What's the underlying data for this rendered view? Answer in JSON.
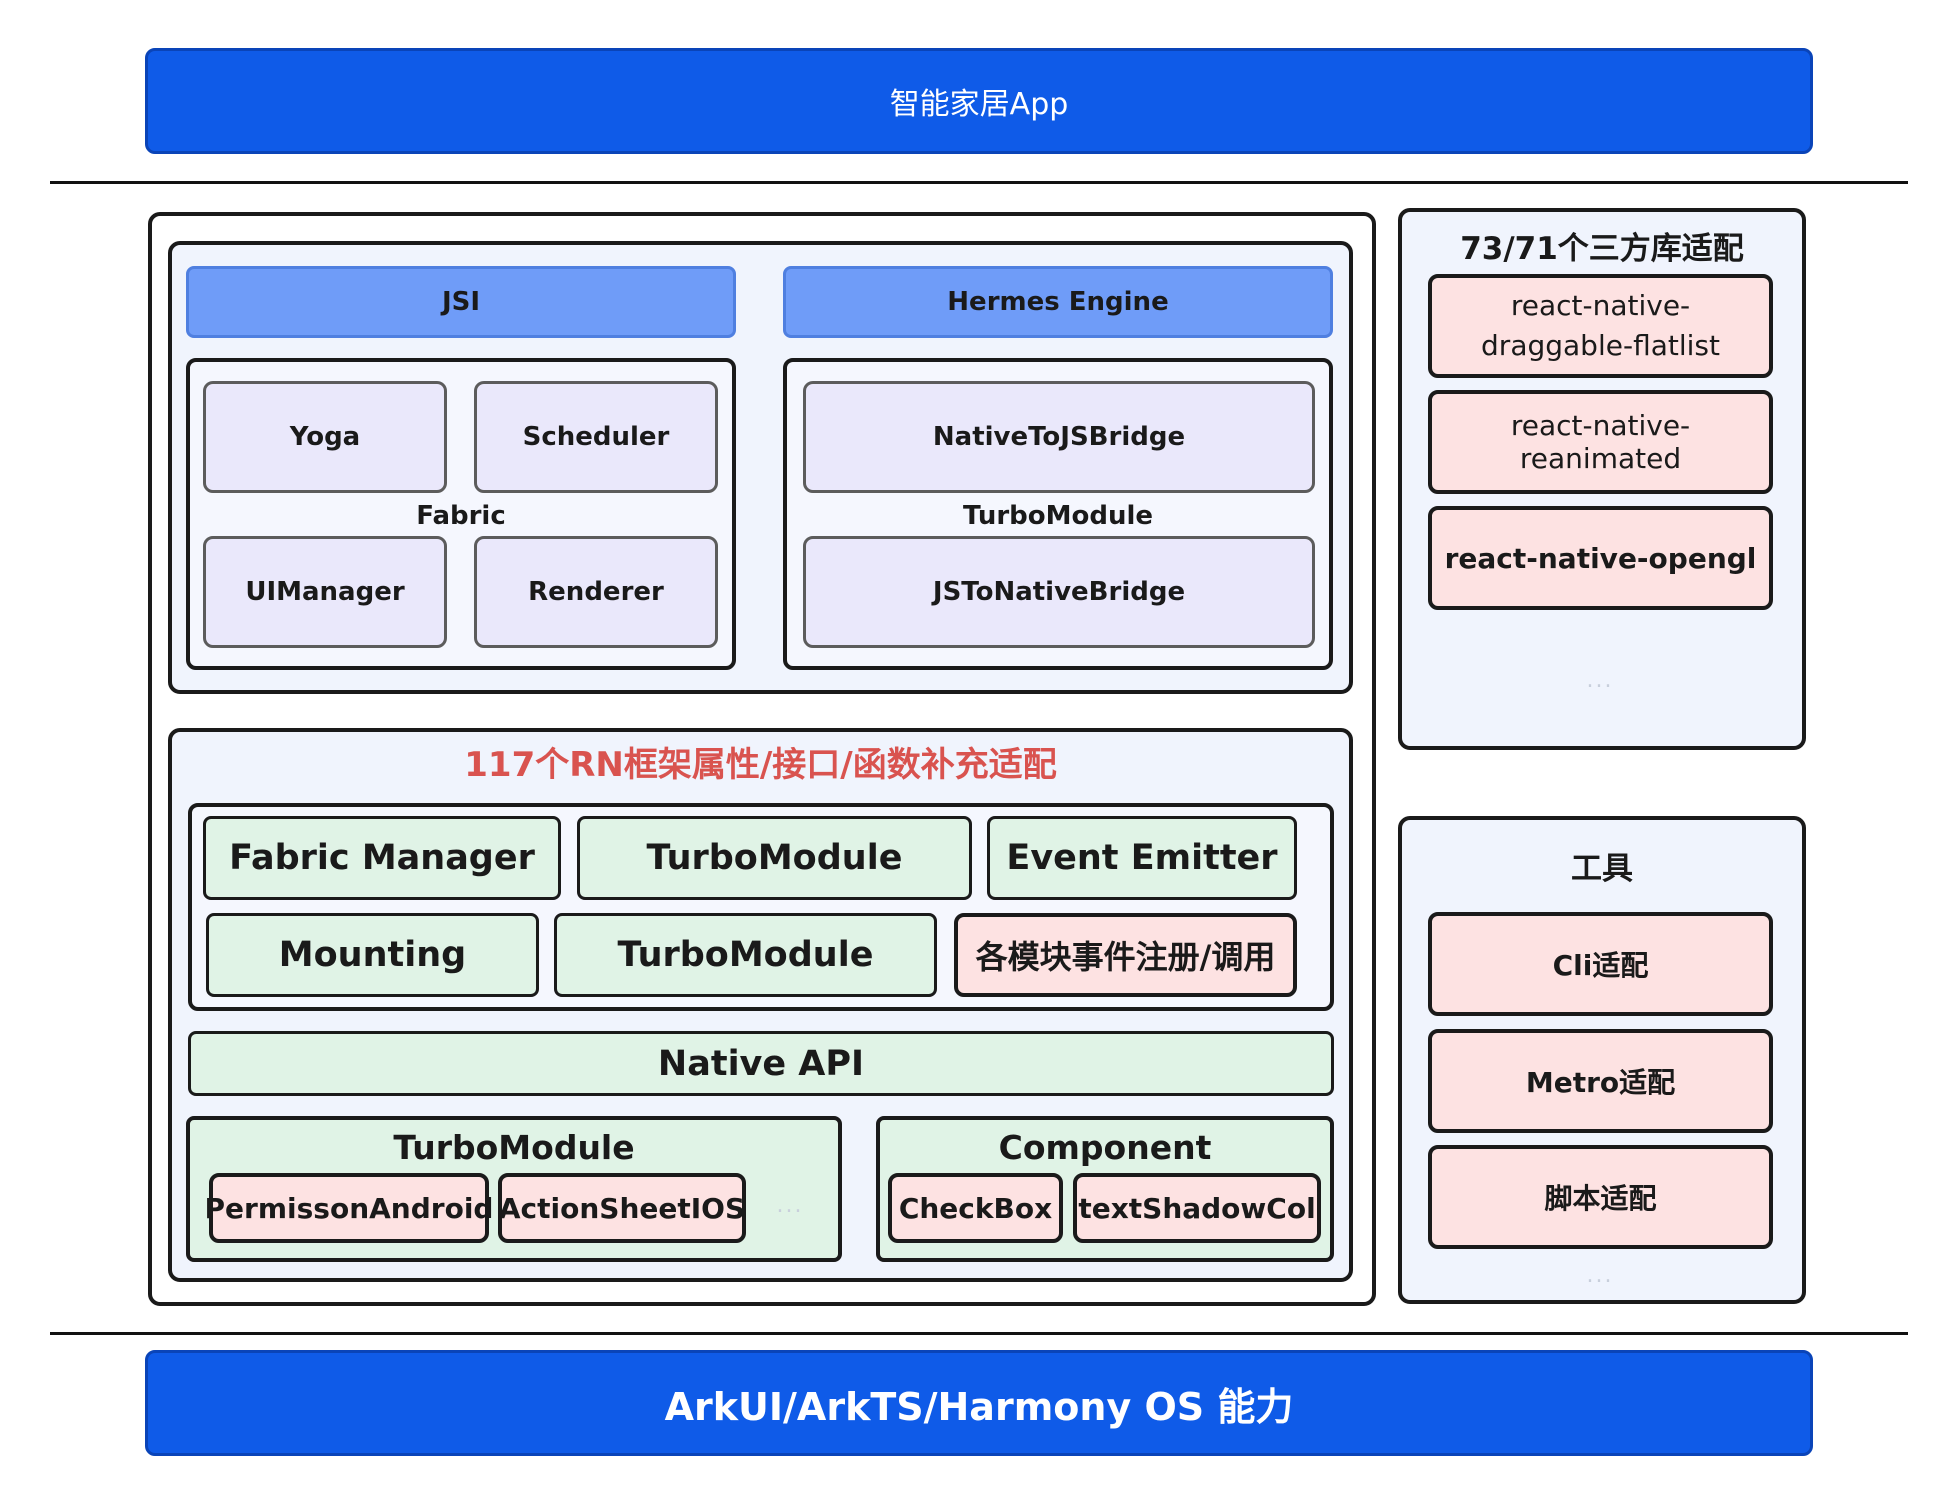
{
  "top_bar": {
    "label": "智能家居App"
  },
  "bottom_bar": {
    "label": "ArkUI/ArkTS/Harmony OS 能力"
  },
  "engine": {
    "jsi": "JSI",
    "hermes": "Hermes Engine",
    "fabric": {
      "title": "Fabric",
      "items": [
        "Yoga",
        "Scheduler",
        "UIManager",
        "Renderer"
      ]
    },
    "turbomodule": {
      "title": "TurboModule",
      "items": [
        "NativeToJSBridge",
        "JSToNativeBridge"
      ]
    }
  },
  "adaptation": {
    "title": "117个RN框架属性/接口/函数补充适配",
    "row1": [
      "Fabric Manager",
      "TurboModule",
      "Event Emitter"
    ],
    "row2": [
      "Mounting",
      "TurboModule",
      "各模块事件注册/调用"
    ],
    "native_api": "Native API",
    "turbomodule_group": {
      "title": "TurboModule",
      "items": [
        "PermissonAndroid",
        "ActionSheetIOS"
      ],
      "more": "..."
    },
    "component_group": {
      "title": "Component",
      "items": [
        "CheckBox",
        "textShadowCol"
      ]
    }
  },
  "third_party": {
    "title": "73/71个三方库适配",
    "items": [
      "react-native-draggable-flatlist",
      "react-native-reanimated",
      "react-native-opengl"
    ],
    "more": "..."
  },
  "tools": {
    "title": "工具",
    "items": [
      "Cli适配",
      "Metro适配",
      "脚本适配"
    ],
    "more": "..."
  },
  "colors": {
    "primary_blue": "#0f5be8",
    "light_blue": "#6f9cf8",
    "lavender": "#eae8fb",
    "green": "#e0f3e6",
    "pink": "#fde2e2",
    "title_red": "#d9534f"
  }
}
